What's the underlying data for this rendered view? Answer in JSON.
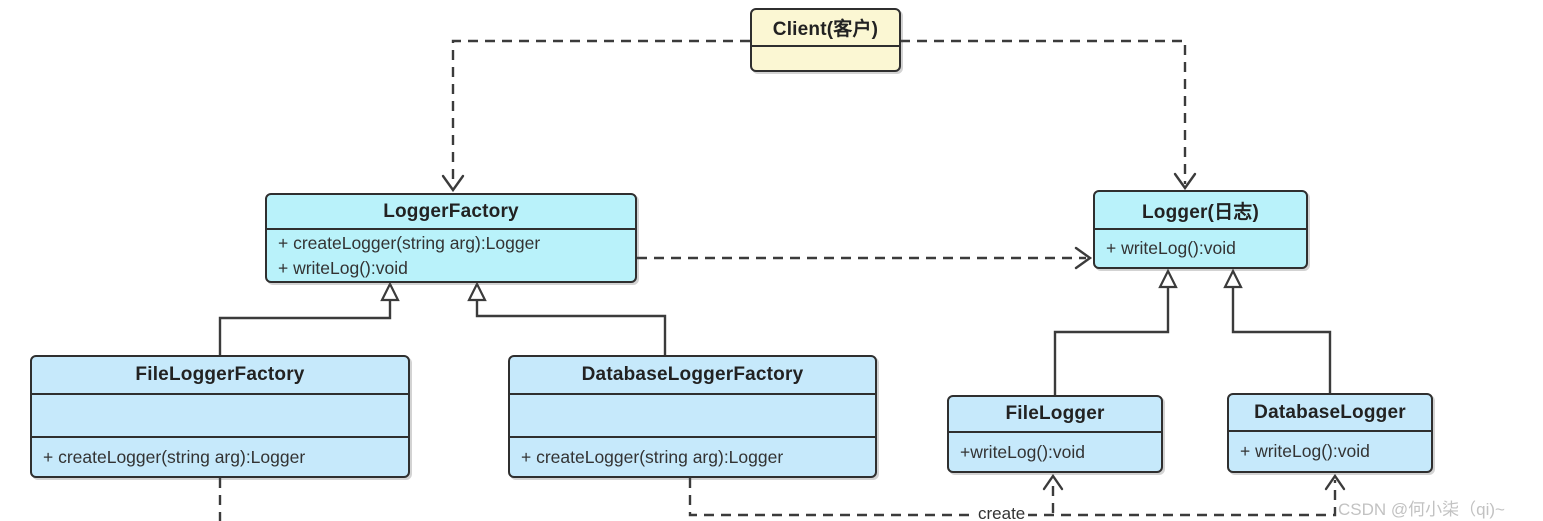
{
  "colors": {
    "client_fill": "#fbf7d3",
    "abstract_fill": "#b9f2fa",
    "concrete_fill": "#c6e9fb",
    "box_border": "#2f2f2f",
    "line": "#3b3b3b",
    "text": "#333333",
    "watermark": "#c2c2c2"
  },
  "classes": {
    "client": {
      "title": "Client(客户)"
    },
    "logger_factory": {
      "title": "LoggerFactory",
      "methods": [
        "+ createLogger(string arg):Logger",
        "+ writeLog():void"
      ]
    },
    "logger": {
      "title": "Logger(日志)",
      "methods": [
        "+ writeLog():void"
      ]
    },
    "file_logger_factory": {
      "title": "FileLoggerFactory",
      "methods": [
        "+ createLogger(string arg):Logger"
      ]
    },
    "database_logger_factory": {
      "title": "DatabaseLoggerFactory",
      "methods": [
        "+ createLogger(string arg):Logger"
      ]
    },
    "file_logger": {
      "title": "FileLogger",
      "methods": [
        "+writeLog():void"
      ]
    },
    "database_logger": {
      "title": "DatabaseLogger",
      "methods": [
        "+ writeLog():void"
      ]
    }
  },
  "edges": {
    "create_label": "create"
  },
  "watermark": {
    "text": "CSDN @何小柒（qi)~"
  }
}
